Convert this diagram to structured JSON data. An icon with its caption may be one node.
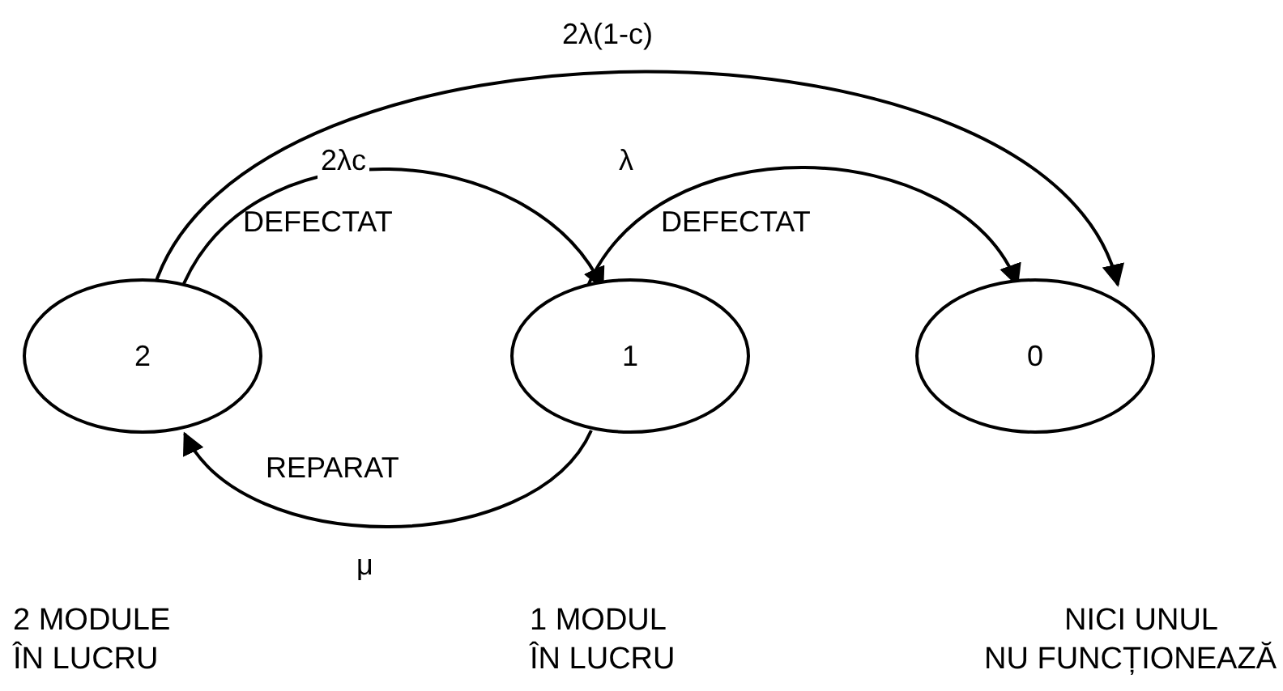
{
  "diagram": {
    "nodes": [
      {
        "text": [
          "2"
        ]
      },
      {
        "text": [
          "1"
        ]
      },
      {
        "text": [
          "0"
        ]
      }
    ],
    "edges": [
      {
        "from": 0,
        "to": 1,
        "arrow": "to",
        "label": "2λc"
      },
      {
        "from": 1,
        "to": 2,
        "arrow": "to",
        "label": "λ"
      },
      {
        "from": 0,
        "to": 2,
        "arrow": "to",
        "label": "2λ(1-c)"
      },
      {
        "from": 1,
        "to": 0,
        "arrow": "to",
        "label": "μ"
      }
    ],
    "labels": [
      "DEFECTAT",
      "DEFECTAT",
      "REPARAT",
      "2 MODULE",
      "ÎN LUCRU",
      "1 MODUL",
      "ÎN LUCRU",
      "NICI UNUL",
      "NU FUNCȚIONEAZĂ"
    ]
  }
}
